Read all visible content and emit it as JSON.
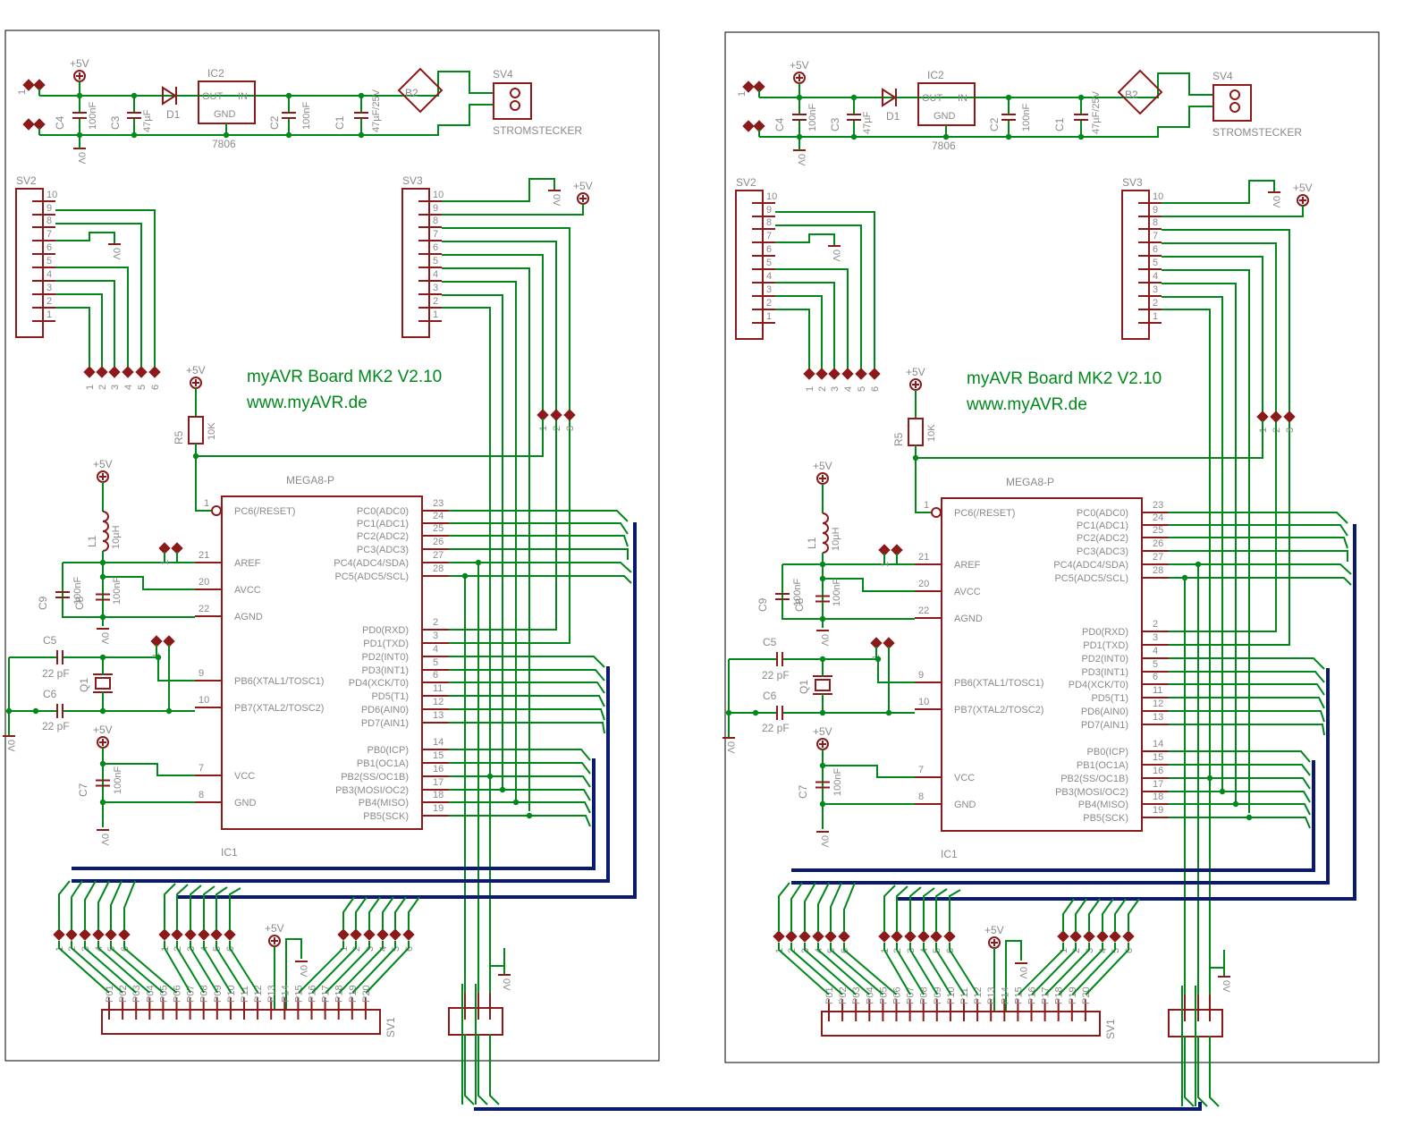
{
  "board": {
    "title": "myAVR Board MK2 V2.10",
    "url": "www.myAVR.de"
  },
  "labels": {
    "mcu": "MEGA8-P",
    "ic1": "IC1",
    "ic2": "IC2",
    "regulator": "7806",
    "reg_out": "OUT",
    "reg_in": "IN",
    "reg_gnd": "GND",
    "plus5v": "+5V",
    "gnd": "0V",
    "d1": "D1",
    "b2": "B2",
    "sv1": "SV1",
    "sv2": "SV2",
    "sv3": "SV3",
    "sv4": "SV4",
    "power_jack": "STROMSTECKER",
    "c1": "C1",
    "c2": "C2",
    "c3": "C3",
    "c4": "C4",
    "c5": "C5",
    "c6": "C6",
    "c7": "C7",
    "c8": "C8",
    "c9": "C9",
    "c1_val": "47µF/25V",
    "c3_val": "47µF",
    "cap_100nf": "100nF",
    "cap_22pf": "22 pF",
    "l1": "L1",
    "l1_val": "10µH",
    "r5": "R5",
    "r5_val": "10K",
    "q1": "Q1"
  },
  "mcu_left_pins": [
    {
      "num": "1",
      "name": "PC6(/RESET)"
    },
    {
      "num": "21",
      "name": "AREF"
    },
    {
      "num": "20",
      "name": "AVCC"
    },
    {
      "num": "22",
      "name": "AGND"
    },
    {
      "num": "9",
      "name": "PB6(XTAL1/TOSC1)"
    },
    {
      "num": "10",
      "name": "PB7(XTAL2/TOSC2)"
    },
    {
      "num": "7",
      "name": "VCC"
    },
    {
      "num": "8",
      "name": "GND"
    }
  ],
  "mcu_right_pins": [
    {
      "num": "23",
      "name": "PC0(ADC0)"
    },
    {
      "num": "24",
      "name": "PC1(ADC1)"
    },
    {
      "num": "25",
      "name": "PC2(ADC2)"
    },
    {
      "num": "26",
      "name": "PC3(ADC3)"
    },
    {
      "num": "27",
      "name": "PC4(ADC4/SDA)"
    },
    {
      "num": "28",
      "name": "PC5(ADC5/SCL)"
    },
    {
      "num": "2",
      "name": "PD0(RXD)"
    },
    {
      "num": "3",
      "name": "PD1(TXD)"
    },
    {
      "num": "4",
      "name": "PD2(INT0)"
    },
    {
      "num": "5",
      "name": "PD3(INT1)"
    },
    {
      "num": "6",
      "name": "PD4(XCK/T0)"
    },
    {
      "num": "11",
      "name": "PD5(T1)"
    },
    {
      "num": "12",
      "name": "PD6(AIN0)"
    },
    {
      "num": "13",
      "name": "PD7(AIN1)"
    },
    {
      "num": "14",
      "name": "PB0(ICP)"
    },
    {
      "num": "15",
      "name": "PB1(OC1A)"
    },
    {
      "num": "16",
      "name": "PB2(SS/OC1B)"
    },
    {
      "num": "17",
      "name": "PB3(MOSI/OC2)"
    },
    {
      "num": "18",
      "name": "PB4(MISO)"
    },
    {
      "num": "19",
      "name": "PB5(SCK)"
    }
  ],
  "connector_pin_numbers": [
    "10",
    "9",
    "8",
    "7",
    "6",
    "5",
    "4",
    "3",
    "2",
    "1"
  ],
  "jumper_pin_numbers_6": [
    "1",
    "2",
    "3",
    "4",
    "5",
    "6"
  ],
  "jumper_pin_numbers_3": [
    "1",
    "2",
    "3"
  ],
  "jumper_pin_numbers_2": [
    "1",
    "2"
  ],
  "sv1_pins": [
    "P01",
    "P02",
    "P03",
    "P04",
    "P05",
    "P06",
    "P07",
    "P08",
    "P09",
    "P10",
    "P11",
    "P12",
    "P13",
    "P14",
    "P15",
    "P16",
    "P17",
    "P18",
    "P19",
    "P20"
  ],
  "colors": {
    "wire": "#00881a",
    "part": "#8b1a1a",
    "bus": "#0a1a6e",
    "text": "#8a8a8a"
  }
}
